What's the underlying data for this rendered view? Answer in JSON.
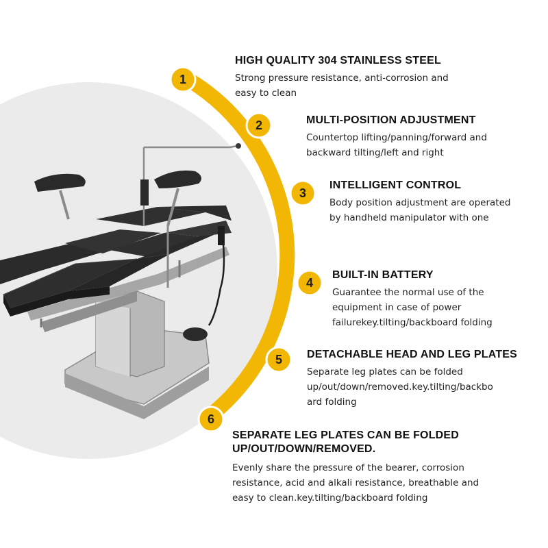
{
  "colors": {
    "accent": "#f2b705",
    "badge_outer": "#f2b705",
    "badge_inner": "#f7c21a",
    "number": "#1f1f1f",
    "circle_bg": "#ebebeb"
  },
  "product": {
    "name": "electric operating table",
    "image_icon": "operating-table-icon"
  },
  "features": [
    {
      "number": "1",
      "title": "HIGH QUALITY 304 STAINLESS STEEL",
      "lines": [
        "Strong pressure resistance, anti-corrosion and",
        "easy to clean"
      ]
    },
    {
      "number": "2",
      "title": "MULTI-POSITION ADJUSTMENT",
      "lines": [
        "Countertop lifting/panning/forward and",
        "backward tilting/left and right"
      ]
    },
    {
      "number": "3",
      "title": "INTELLIGENT CONTROL",
      "lines": [
        "Body position adjustment are operated",
        "by handheld manipulator with one"
      ]
    },
    {
      "number": "4",
      "title": "BUILT-IN BATTERY",
      "lines": [
        "Guarantee the normal use of the",
        "equipment in case of power",
        "failurekey.tilting/backboard folding"
      ]
    },
    {
      "number": "5",
      "title": "DETACHABLE HEAD AND LEG PLATES",
      "lines": [
        "Separate leg plates can be folded",
        "up/out/down/removed.key.tilting/backbo",
        "ard folding"
      ]
    },
    {
      "number": "6",
      "title_lines": [
        "SEPARATE LEG PLATES CAN BE FOLDED",
        "UP/OUT/DOWN/REMOVED."
      ],
      "lines": [
        "Evenly share the pressure of the bearer, corrosion",
        "resistance, acid and alkali resistance, breathable and",
        "easy to clean.key.tilting/backboard folding"
      ]
    }
  ]
}
